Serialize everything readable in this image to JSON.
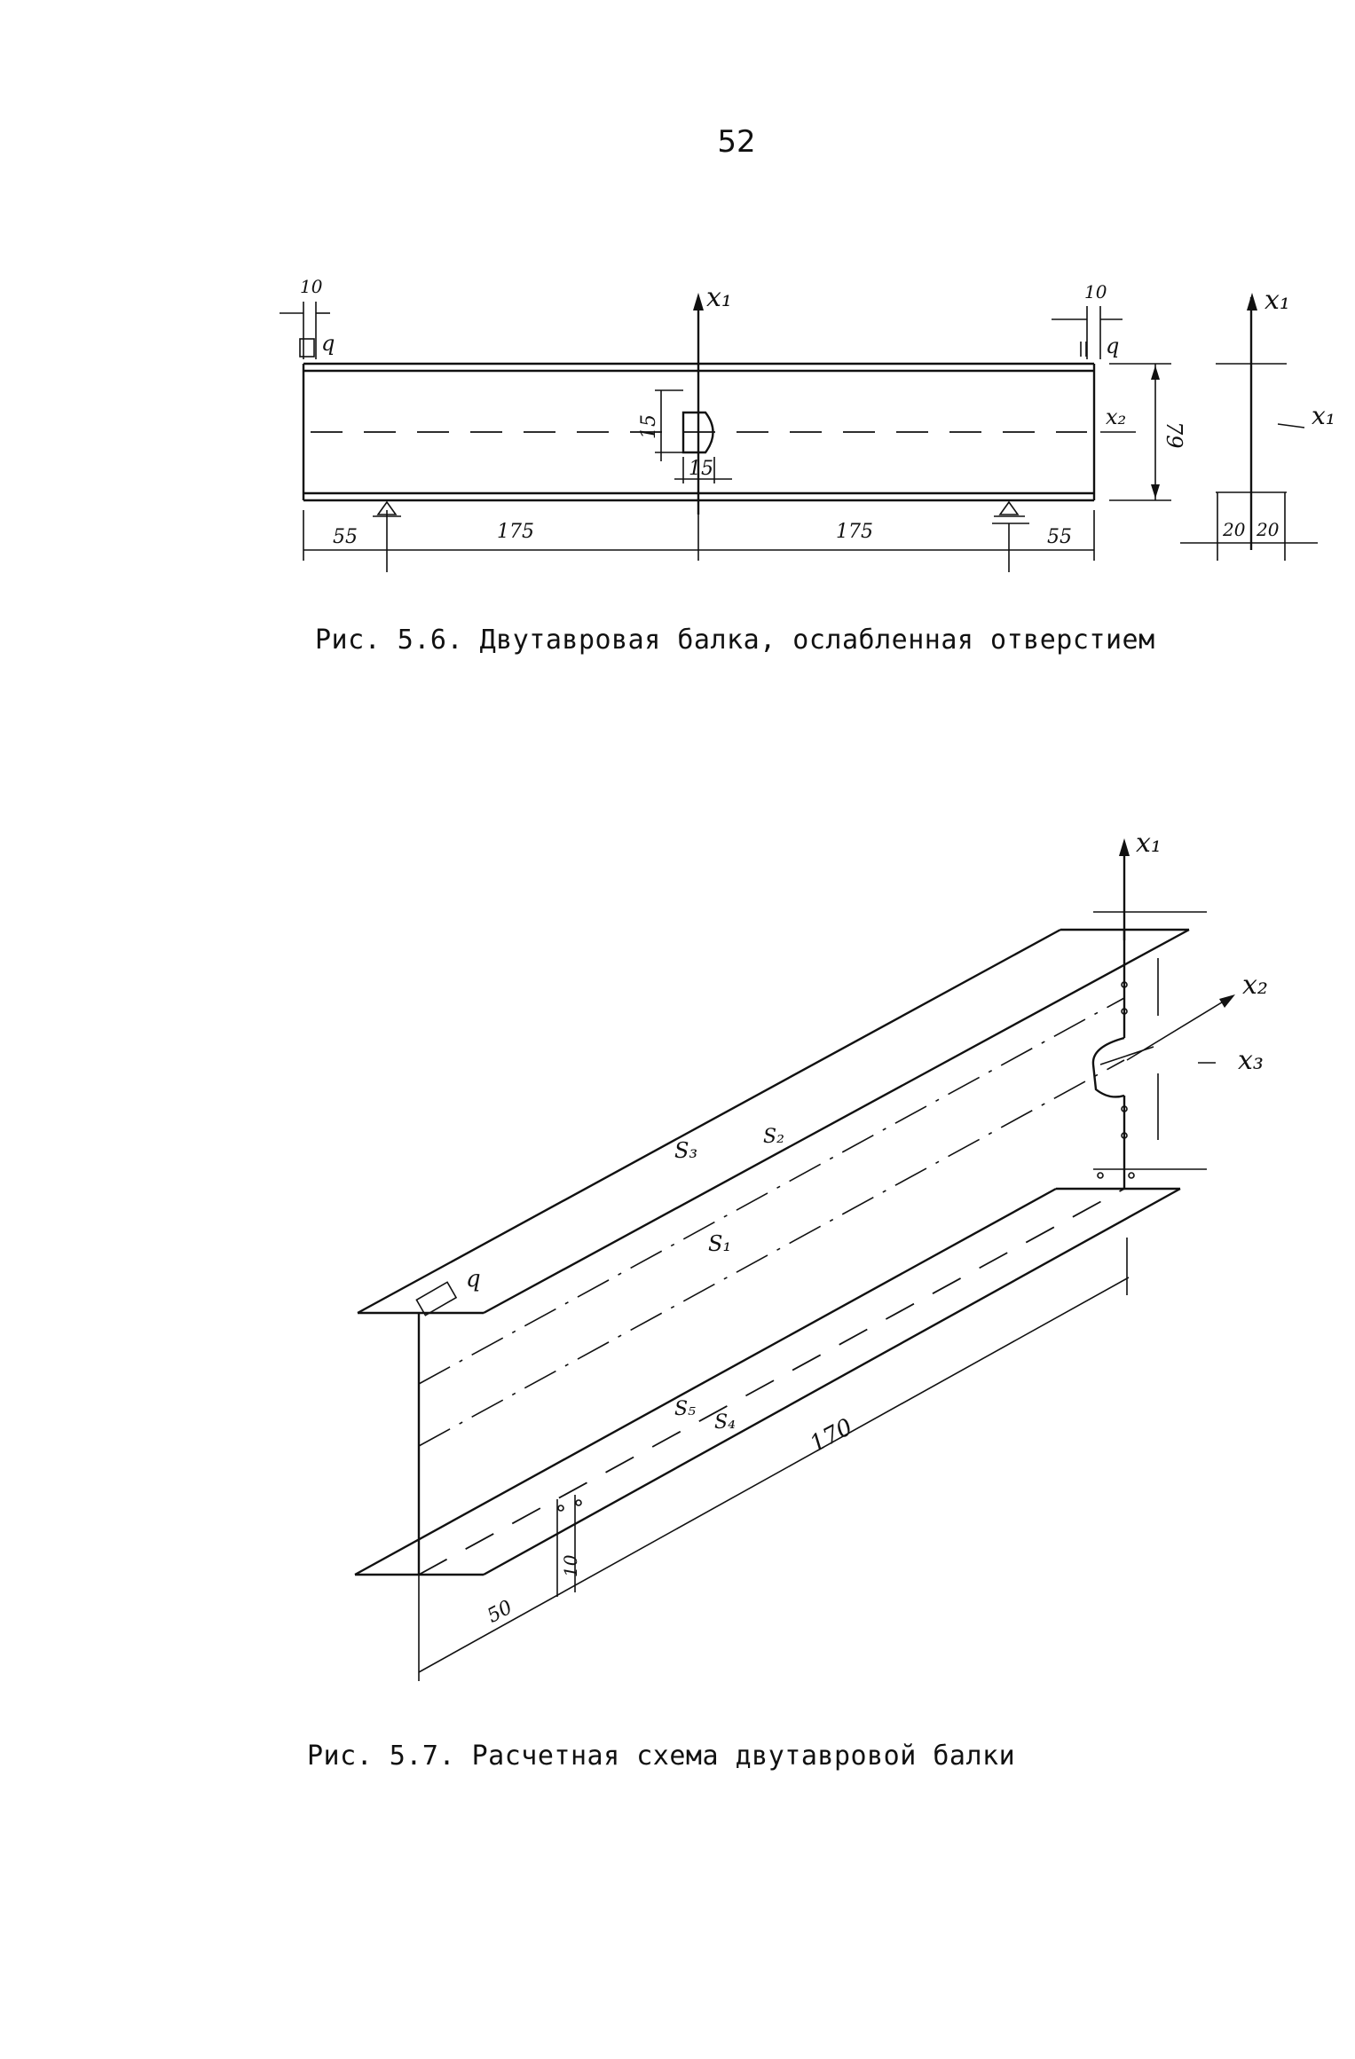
{
  "page": {
    "number": "52"
  },
  "figure_5_6": {
    "caption": "Рис. 5.6. Двутавровая балка, ослабленная отверстием",
    "dims": {
      "left_offset": "10",
      "right_offset": "10",
      "load_left": "q",
      "load_right": "q",
      "hole_h": "15",
      "hole_w": "15",
      "height": "79",
      "span_1": "55",
      "span_2": "175",
      "span_3": "175",
      "span_4": "55",
      "flange_1": "20",
      "flange_2": "20"
    },
    "axes": {
      "x1": "x₁",
      "x2": "x₂",
      "x1_side": "x₁",
      "x1_section": "x₁"
    }
  },
  "figure_5_7": {
    "caption": "Рис. 5.7. Расчетная схема двутавровой балки",
    "labels": {
      "s1": "S₁",
      "s2": "S₂",
      "s3": "S₃",
      "s4": "S₄",
      "s5": "S₅",
      "load": "q",
      "length": "170",
      "dim_50": "50",
      "dim_10": "10"
    },
    "axes": {
      "x1": "x₁",
      "x2": "x₂",
      "x3": "x₃"
    }
  }
}
